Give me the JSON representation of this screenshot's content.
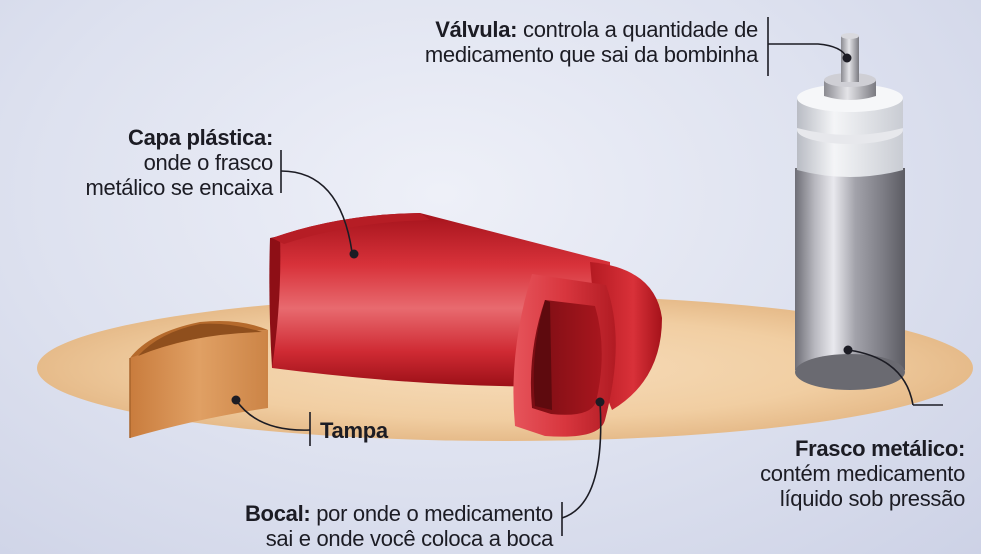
{
  "labels": {
    "valvula": {
      "title": "Válvula:",
      "line1": "controla a quantidade de",
      "line2": "medicamento que sai da bombinha"
    },
    "capa": {
      "title": "Capa plástica:",
      "line1": "onde o frasco",
      "line2": "metálico se encaixa"
    },
    "tampa": {
      "title": "Tampa"
    },
    "frasco": {
      "title": "Frasco metálico:",
      "line1": "contém medicamento",
      "line2": "líquido sob pressão"
    },
    "bocal": {
      "title": "Bocal:",
      "line1": "por onde o medicamento",
      "line2": "sai e onde você coloca a boca"
    }
  },
  "colors": {
    "background": "#dde1ef",
    "floor": "#f2cfa4",
    "inhaler_red": "#cf2a33",
    "cap_orange": "#d9924f",
    "canister_silver": "#a9a9b0",
    "text": "#1c1c24"
  }
}
